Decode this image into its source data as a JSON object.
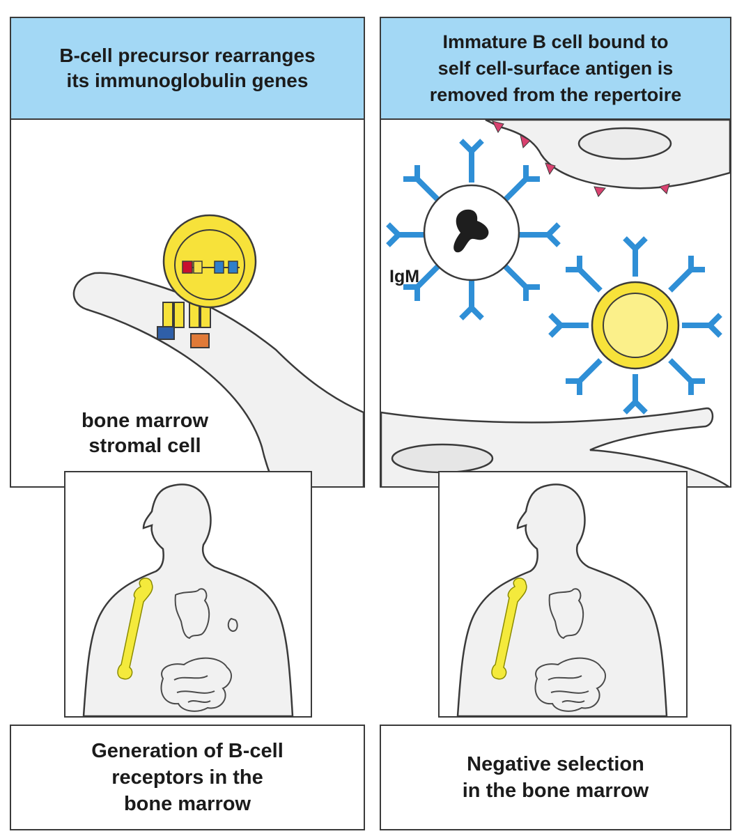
{
  "panels": {
    "left": {
      "header": "B-cell precursor rearranges\nits immunoglobulin genes",
      "stroma_label": "bone marrow\nstromal cell",
      "caption": "Generation of B-cell\nreceptors in the\nbone marrow"
    },
    "right": {
      "header": "Immature B cell bound to\nself cell-surface antigen is\nremoved from the repertoire",
      "igm_label": "IgM",
      "caption": "Negative selection\nin the bone marrow"
    }
  },
  "colors": {
    "header_bg": "#a3d8f5",
    "cell_yellow": "#f7e23a",
    "receptor_blue": "#2f8fd6",
    "stroma_fill": "#f1f1f1",
    "antigen_pink": "#d9416f",
    "bone_yellow": "#f4ea3c",
    "gene_red": "#c8102e",
    "gene_yellow": "#f5e04a",
    "gene_blue": "#2f7fc9"
  }
}
